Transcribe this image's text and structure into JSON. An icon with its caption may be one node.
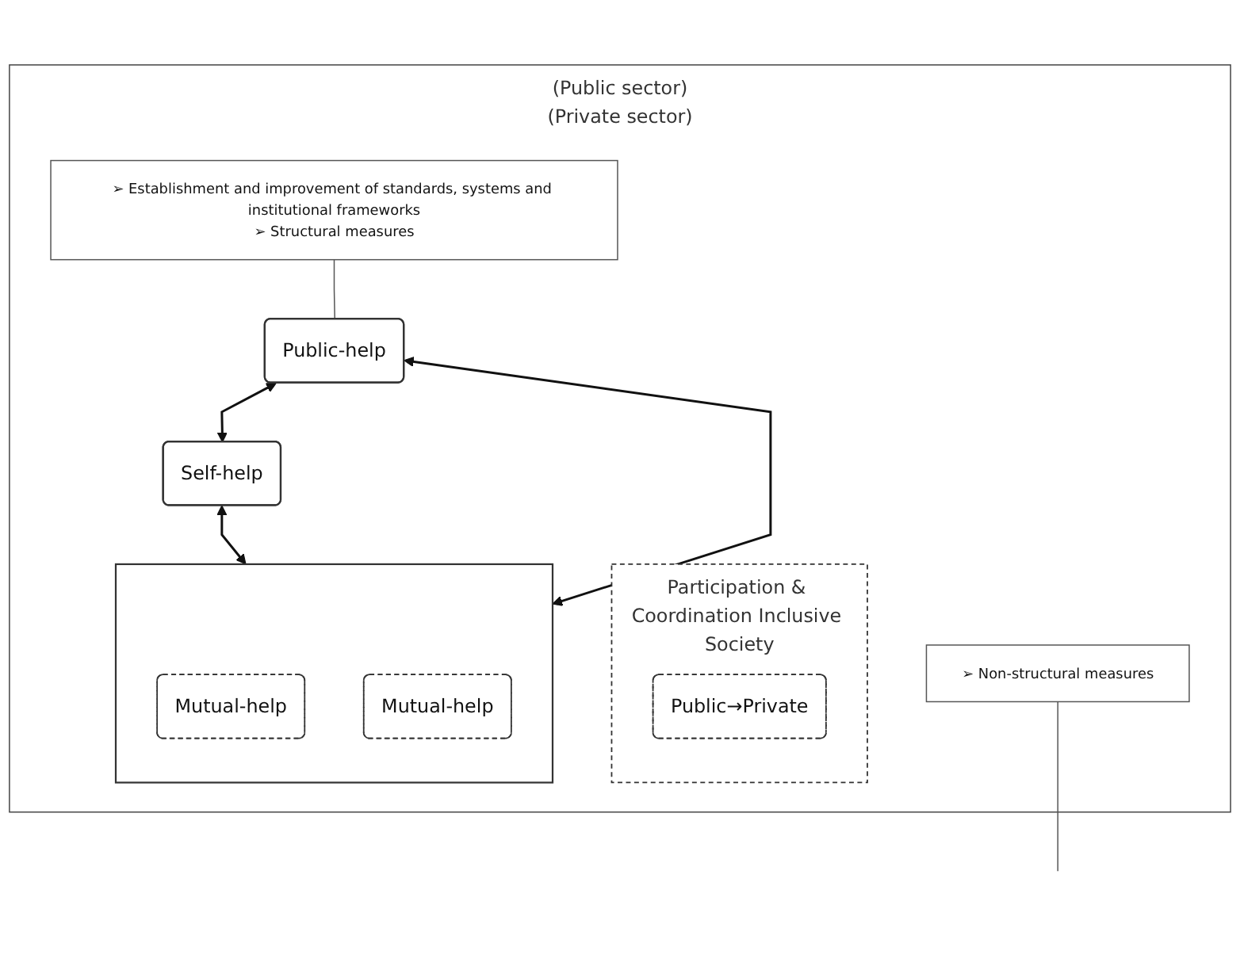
{
  "diagram": {
    "nodes": [
      {
        "text": [
          "(Public sector)",
          "(Private sector)"
        ]
      },
      {
        "text": [
          "➢ Establishment and improvement of standards, systems and institutional frameworks",
          "➢ Structural measures"
        ],
        "in": 0
      },
      {
        "text": [
          "Self-help"
        ],
        "in": 0
      },
      {
        "text": [
          "Public-help"
        ],
        "in": 0
      },
      {
        "text": [
          "Participation & Coordination Inclusive Society"
        ],
        "in": 0
      },
      {
        "text": [
          "Public→Private"
        ],
        "in": 4
      },
      {
        "text": [
          "➢ Non-structural measures"
        ],
        "in": 0
      },
      {
        "text": [],
        "shape": "box",
        "in": 0
      },
      {
        "text": [
          "Mutual-help"
        ],
        "in": 7
      },
      {
        "text": [
          "Mutual-help"
        ],
        "in": 7
      }
    ],
    "edges": [
      {
        "from": 1,
        "to": 3,
        "arrow": "none"
      },
      {
        "from": 3,
        "to": 2,
        "arrow": "both"
      },
      {
        "from": 6,
        "to": null,
        "arrow": "none"
      },
      {
        "from": 2,
        "to": 7,
        "arrow": "both"
      },
      {
        "from": 3,
        "to": 7,
        "arrow": "both"
      }
    ]
  }
}
